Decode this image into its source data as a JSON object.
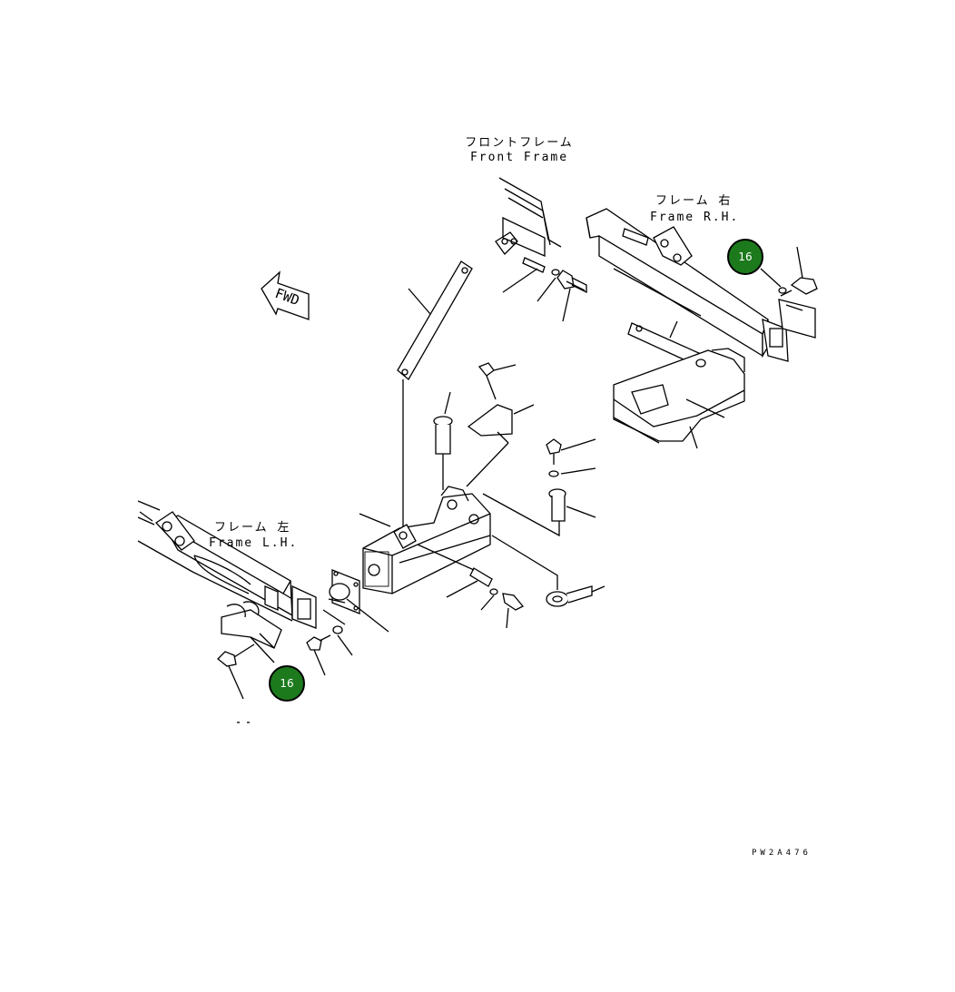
{
  "labels": {
    "front_frame_jp": "フロントフレーム",
    "front_frame_en": "Front Frame",
    "frame_rh_jp": "フレーム 右",
    "frame_rh_en": "Frame R.H.",
    "frame_lh_jp": "フレーム 左",
    "frame_lh_en": "Frame L.H.",
    "fwd": "FWD",
    "drawing_code": "PW2A476"
  },
  "callouts": [
    {
      "number": "16",
      "location": "right-frame-bracket"
    },
    {
      "number": "16",
      "location": "left-frame-bracket"
    }
  ],
  "colors": {
    "callout_fill": "#1c7a1c",
    "callout_text": "#ffffff",
    "line": "#000000"
  }
}
